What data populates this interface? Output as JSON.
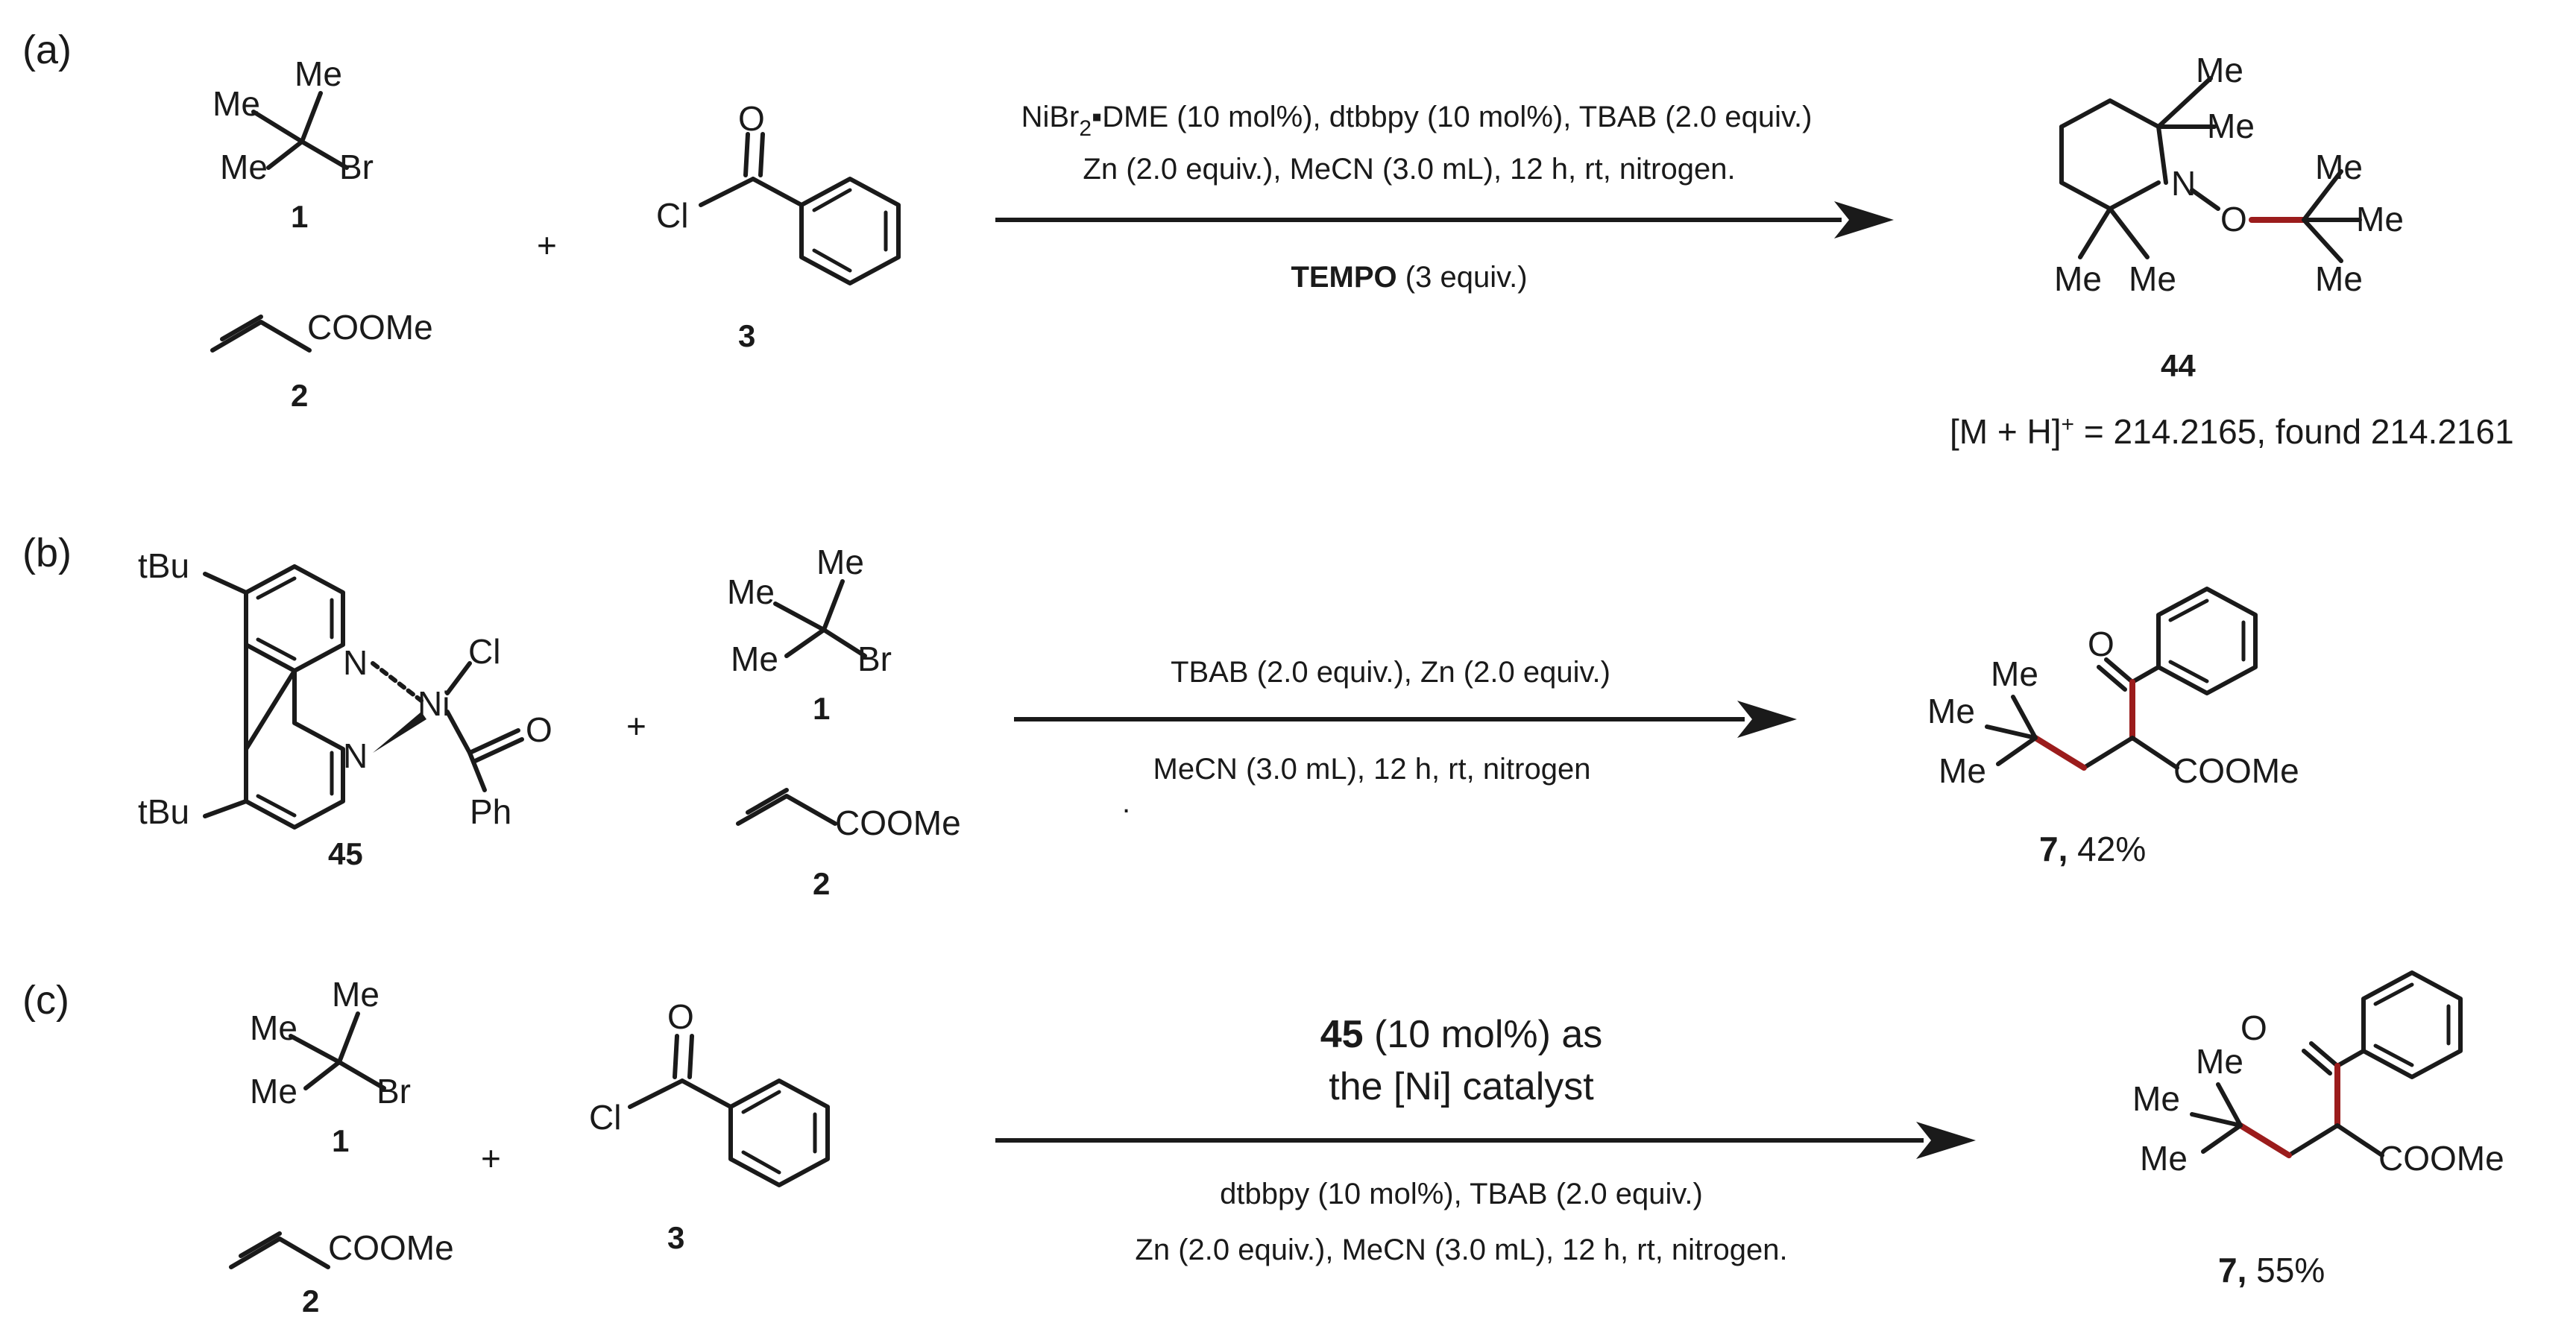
{
  "colors": {
    "ink": "#1a1a1a",
    "new_bond": "#9b1c1c",
    "background": "#ffffff"
  },
  "panels": {
    "a": {
      "label": "(a)",
      "reactant_1": {
        "me_top": "Me",
        "me_left": "Me",
        "me_mid": "Me",
        "halogen": "Br",
        "number": "1"
      },
      "reactant_2": {
        "group": "COOMe",
        "number": "2"
      },
      "plus": "+",
      "reactant_3": {
        "oxygen": "O",
        "chlorine": "Cl",
        "number": "3"
      },
      "conditions_line1_pre": "NiBr",
      "conditions_line1_sub": "2",
      "conditions_line1_post": "DME (10 mol%), dtbbpy (10 mol%), TBAB (2.0 equiv.)",
      "conditions_line2": "Zn (2.0 equiv.), MeCN (3.0 mL), 12 h, rt, nitrogen.",
      "conditions_line3_bold": "TEMPO",
      "conditions_line3_rest": " (3 equiv.)",
      "product": {
        "atoms": {
          "n": "N",
          "o": "O",
          "me_1": "Me",
          "me_2": "Me",
          "me_3": "Me",
          "me_4": "Me",
          "me_5": "Me",
          "me_6": "Me",
          "me_7": "Me"
        },
        "number": "44",
        "hrms_pre": "[M + H]",
        "hrms_sup": "+",
        "hrms_post": " = 214.2165, found 214.2161"
      }
    },
    "b": {
      "label": "(b)",
      "complex": {
        "tbu_top": "tBu",
        "tbu_bottom": "tBu",
        "n_top": "N",
        "n_bottom": "N",
        "ni": "Ni",
        "cl": "Cl",
        "o": "O",
        "ph": "Ph",
        "number": "45"
      },
      "plus": "+",
      "reactant_1": {
        "me_top": "Me",
        "me_left": "Me",
        "me_mid": "Me",
        "halogen": "Br",
        "number": "1"
      },
      "reactant_2": {
        "group": "COOMe",
        "number": "2"
      },
      "conditions_line1": "TBAB (2.0 equiv.), Zn (2.0 equiv.)",
      "conditions_line2": "MeCN (3.0 mL), 12 h, rt, nitrogen",
      "conditions_line3": ".",
      "product": {
        "o": "O",
        "me_top": "Me",
        "me_left": "Me",
        "me_mid": "Me",
        "ester": "COOMe",
        "number": "7,",
        "yield": " 42%"
      }
    },
    "c": {
      "label": "(c)",
      "reactant_1": {
        "me_top": "Me",
        "me_left": "Me",
        "me_mid": "Me",
        "halogen": "Br",
        "number": "1"
      },
      "reactant_2": {
        "group": "COOMe",
        "number": "2"
      },
      "plus": "+",
      "reactant_3": {
        "oxygen": "O",
        "chlorine": "Cl",
        "number": "3"
      },
      "conditions_line1_bold": "45",
      "conditions_line1_rest": " (10 mol%) as",
      "conditions_line2": "the [Ni] catalyst",
      "conditions_line3": "dtbbpy (10 mol%), TBAB (2.0 equiv.)",
      "conditions_line4": "Zn (2.0 equiv.), MeCN (3.0 mL), 12 h, rt, nitrogen.",
      "product": {
        "o": "O",
        "me_top": "Me",
        "me_left": "Me",
        "me_mid": "Me",
        "ester": "COOMe",
        "number": "7,",
        "yield": " 55%"
      }
    }
  }
}
